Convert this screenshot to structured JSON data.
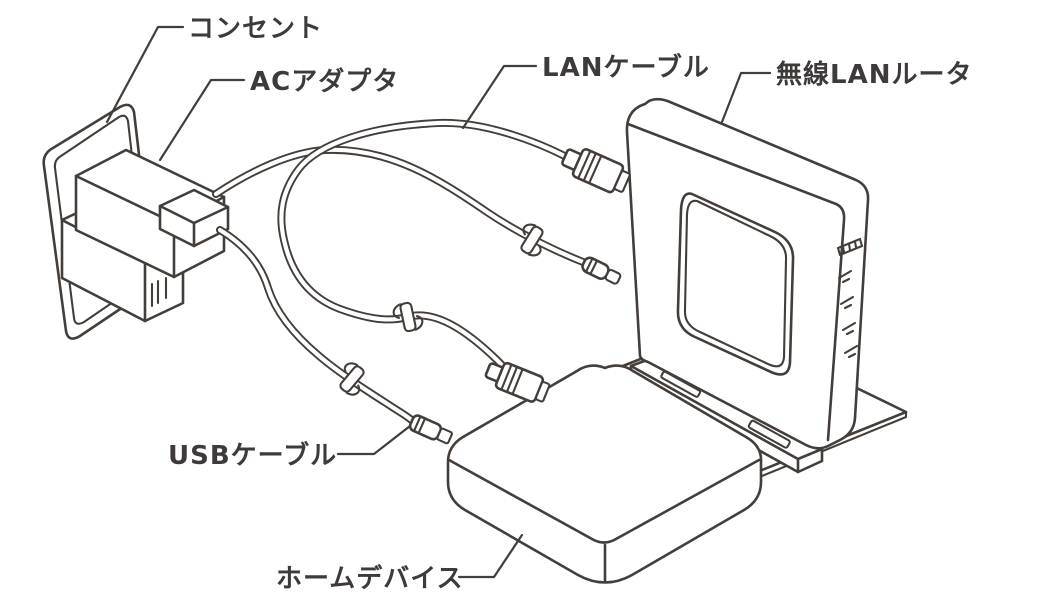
{
  "diagram": {
    "title_context": "wireless-router-home-device-connection-diagram",
    "labels": {
      "outlet": "コンセント",
      "ac_adapter": "ACアダプタ",
      "lan_cable": "LANケーブル",
      "wireless_router": "無線LANルータ",
      "usb_cable": "USBケーブル",
      "home_device": "ホームデバイス"
    },
    "colors": {
      "line": "#443e3b",
      "text": "#3e3a39",
      "background": "#ffffff"
    }
  }
}
